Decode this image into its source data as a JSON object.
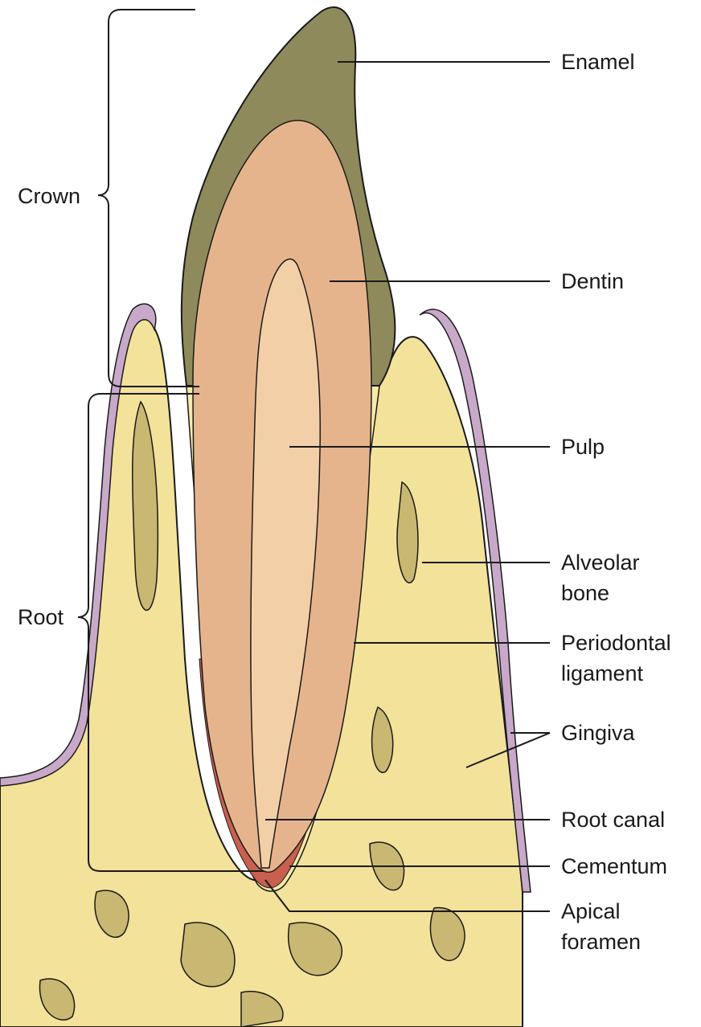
{
  "labels": {
    "enamel": "Enamel",
    "dentin": "Dentin",
    "pulp": "Pulp",
    "alveolar_bone_line1": "Alveolar",
    "alveolar_bone_line2": "bone",
    "periodontal_ligament_line1": "Periodontal",
    "periodontal_ligament_line2": "ligament",
    "gingiva": "Gingiva",
    "root_canal": "Root canal",
    "cementum": "Cementum",
    "apical_foramen_line1": "Apical",
    "apical_foramen_line2": "foramen",
    "crown": "Crown",
    "root": "Root"
  },
  "colors": {
    "enamel": "#8f8a5c",
    "dentin": "#e6b48c",
    "pulp": "#f3cfa8",
    "bone": "#f3e29a",
    "bone_cancellous": "#c9b872",
    "ligament": "#f7eaa8",
    "gingiva": "#c9a9c9",
    "cementum": "#c9604f",
    "line": "#1a1a1a"
  }
}
